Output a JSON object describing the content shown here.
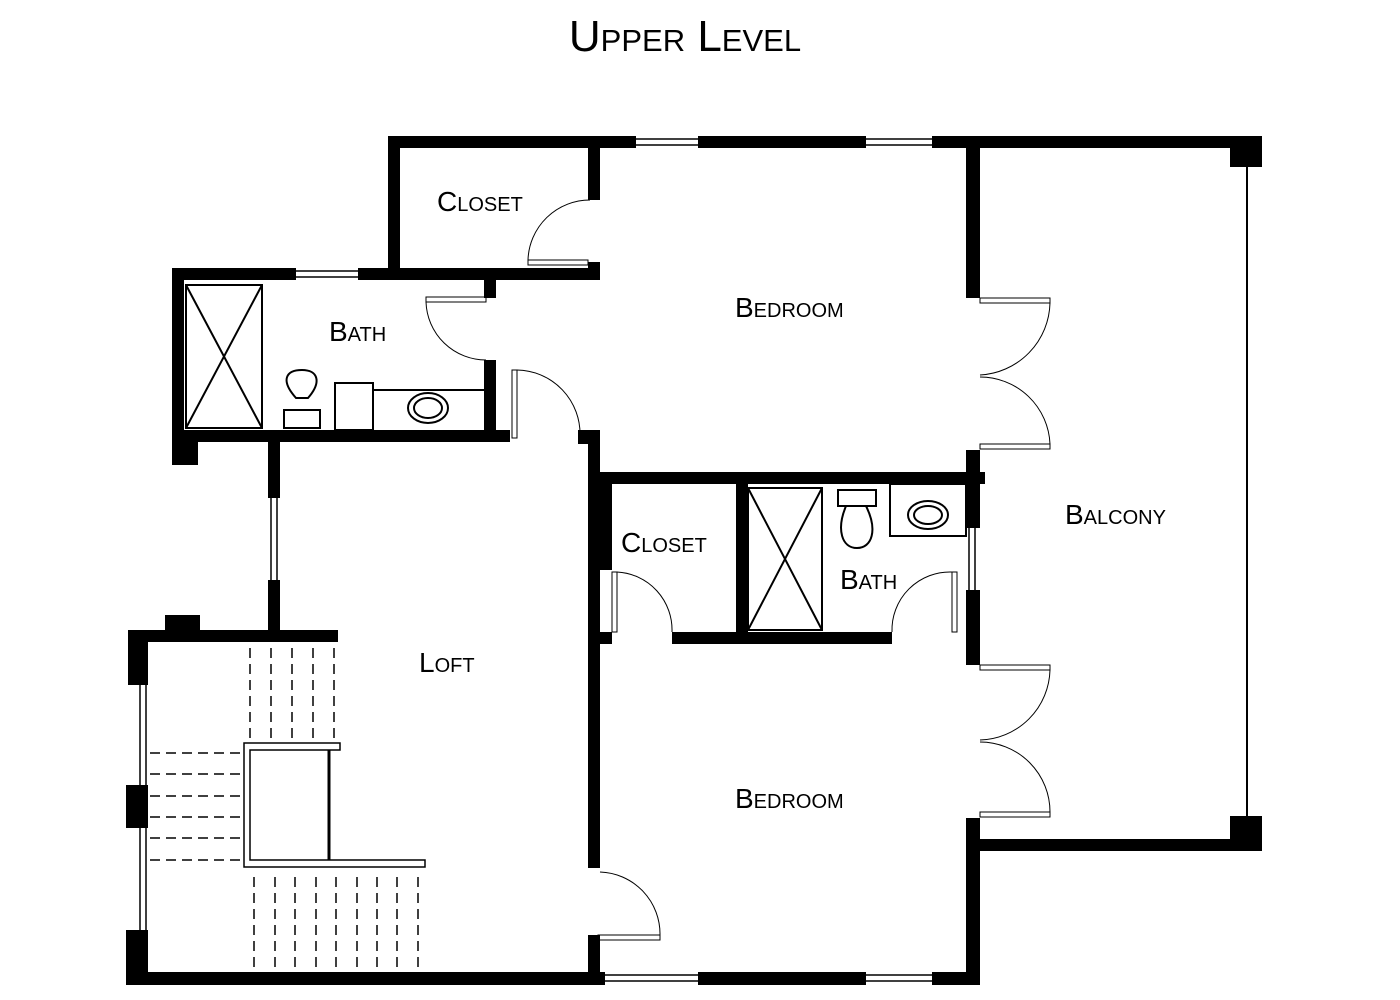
{
  "title": "Upper Level",
  "rooms": {
    "closet_top": "Closet",
    "bath_top": "Bath",
    "bedroom_top": "Bedroom",
    "balcony": "Balcony",
    "closet_mid": "Closet",
    "bath_mid": "Bath",
    "loft": "Loft",
    "bedroom_bottom": "Bedroom"
  }
}
